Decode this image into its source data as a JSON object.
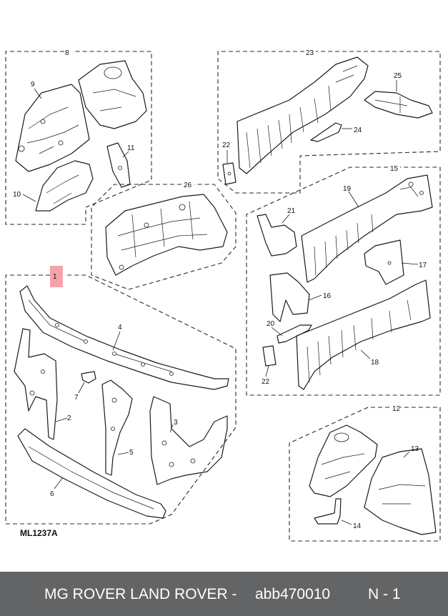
{
  "diagram": {
    "callouts": {
      "c1": "1",
      "c2": "2",
      "c3": "3",
      "c4": "4",
      "c5": "5",
      "c6": "6",
      "c7": "7",
      "c8": "8",
      "c9": "9",
      "c10": "10",
      "c11": "11",
      "c12": "12",
      "c13": "13",
      "c14": "14",
      "c15": "15",
      "c16": "16",
      "c17": "17",
      "c18": "18",
      "c19": "19",
      "c20": "20",
      "c21": "21",
      "c22a": "22",
      "c22b": "22",
      "c23": "23",
      "c24": "24",
      "c25": "25",
      "c26": "26"
    },
    "highlight_color": "#f4a3ab",
    "reference_code": "ML1237A"
  },
  "footer": {
    "brands": "MG ROVER LAND ROVER -",
    "part_code": "abb470010",
    "variant": "N - 1",
    "background_color": "#636466"
  }
}
